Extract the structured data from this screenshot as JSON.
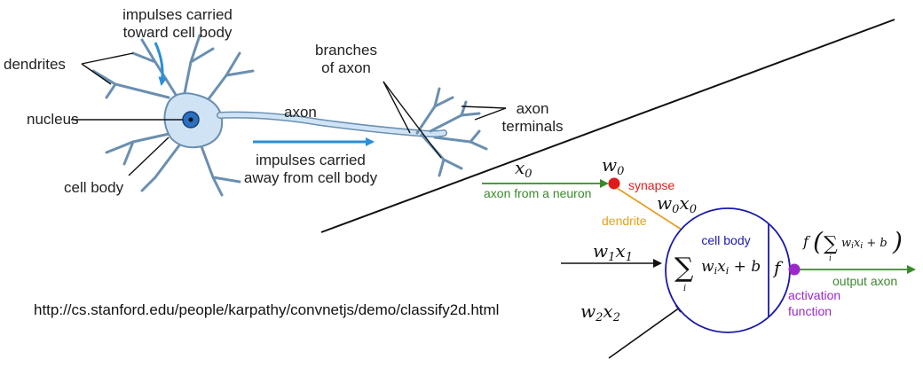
{
  "neuron": {
    "impulses_toward_line1": "impulses carried",
    "impulses_toward_line2": "toward cell body",
    "dendrites": "dendrites",
    "nucleus": "nucleus",
    "cell_body": "cell body",
    "axon": "axon",
    "branches_line1": "branches",
    "branches_line2": "of axon",
    "terminals_line1": "axon",
    "terminals_line2": "terminals",
    "impulses_away_line1": "impulses carried",
    "impulses_away_line2": "away from cell body"
  },
  "model": {
    "x0": "x",
    "x0_sub": "0",
    "w0": "w",
    "w0_sub": "0",
    "synapse": "synapse",
    "axon_from_neuron": "axon from a neuron",
    "w0x0_w": "w",
    "w0x0_x": "x",
    "w0x0_sub": "0",
    "dendrite": "dendrite",
    "cell_body": "cell body",
    "w1x1_w": "w",
    "w1x1_x": "x",
    "w1x1_sub": "1",
    "w2x2_w": "w",
    "w2x2_x": "x",
    "w2x2_sub": "2",
    "sum_symbol": "∑",
    "sum_index": "i",
    "sum_body_w": "w",
    "sum_body_x": "x",
    "sum_body_i": "i",
    "sum_plus_b": "+ b",
    "f_symbol": "f",
    "output_expr_f": "f",
    "output_axon": "output axon",
    "activation_line1": "activation",
    "activation_line2": "function"
  },
  "url": "http://cs.stanford.edu/people/karpathy/convnetjs/demo/classify2d.html",
  "colors": {
    "green": "#3a8a2c",
    "orange": "#e6a020",
    "red": "#e01b1b",
    "blue": "#1a1aa8",
    "purple": "#9b28c8",
    "cell_fill": "#cfe3f5",
    "cell_stroke": "#6a8fb0",
    "arrow_blue": "#2a8fd6"
  }
}
